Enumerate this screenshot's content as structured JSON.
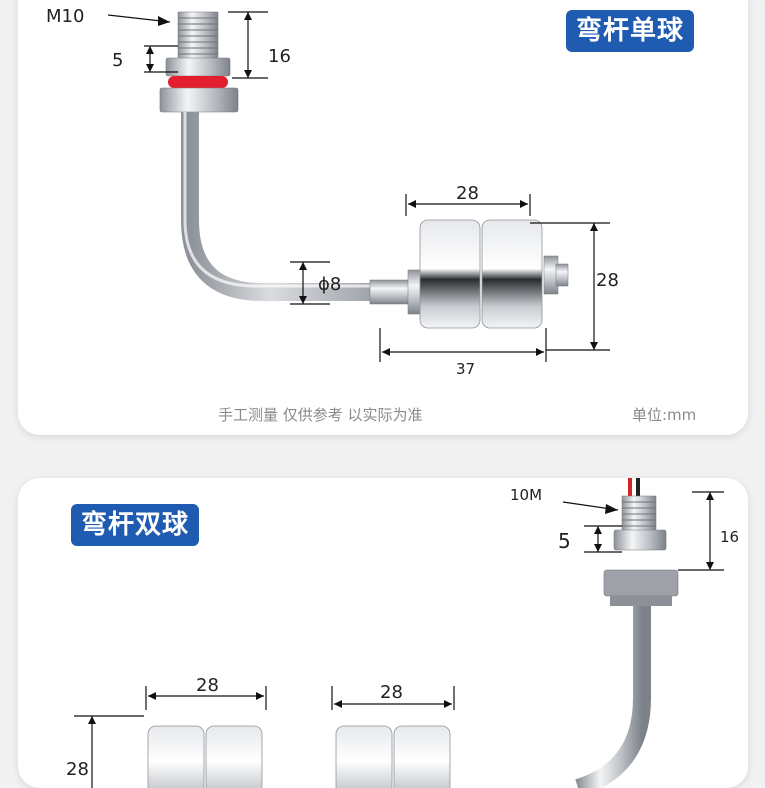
{
  "panel_single": {
    "badge": "弯杆单球",
    "labels": {
      "thread": "M10",
      "nut_height": "5",
      "top_height": "16",
      "rod_diameter": "ϕ8",
      "float_width": "28",
      "float_height": "28",
      "total_length": "37"
    },
    "note": "手工测量 仅供参考 以实际为准",
    "unit": "单位:mm"
  },
  "panel_double": {
    "badge": "弯杆双球",
    "labels": {
      "thread": "10M",
      "nut_height": "5",
      "top_height": "16",
      "float1_width": "28",
      "float2_width": "28",
      "float_height": "28"
    }
  },
  "colors": {
    "badge_bg": "#1f5bb0",
    "steel": "#c9ccd1",
    "oring": "#e21f2f",
    "wire_red": "#d42424"
  }
}
